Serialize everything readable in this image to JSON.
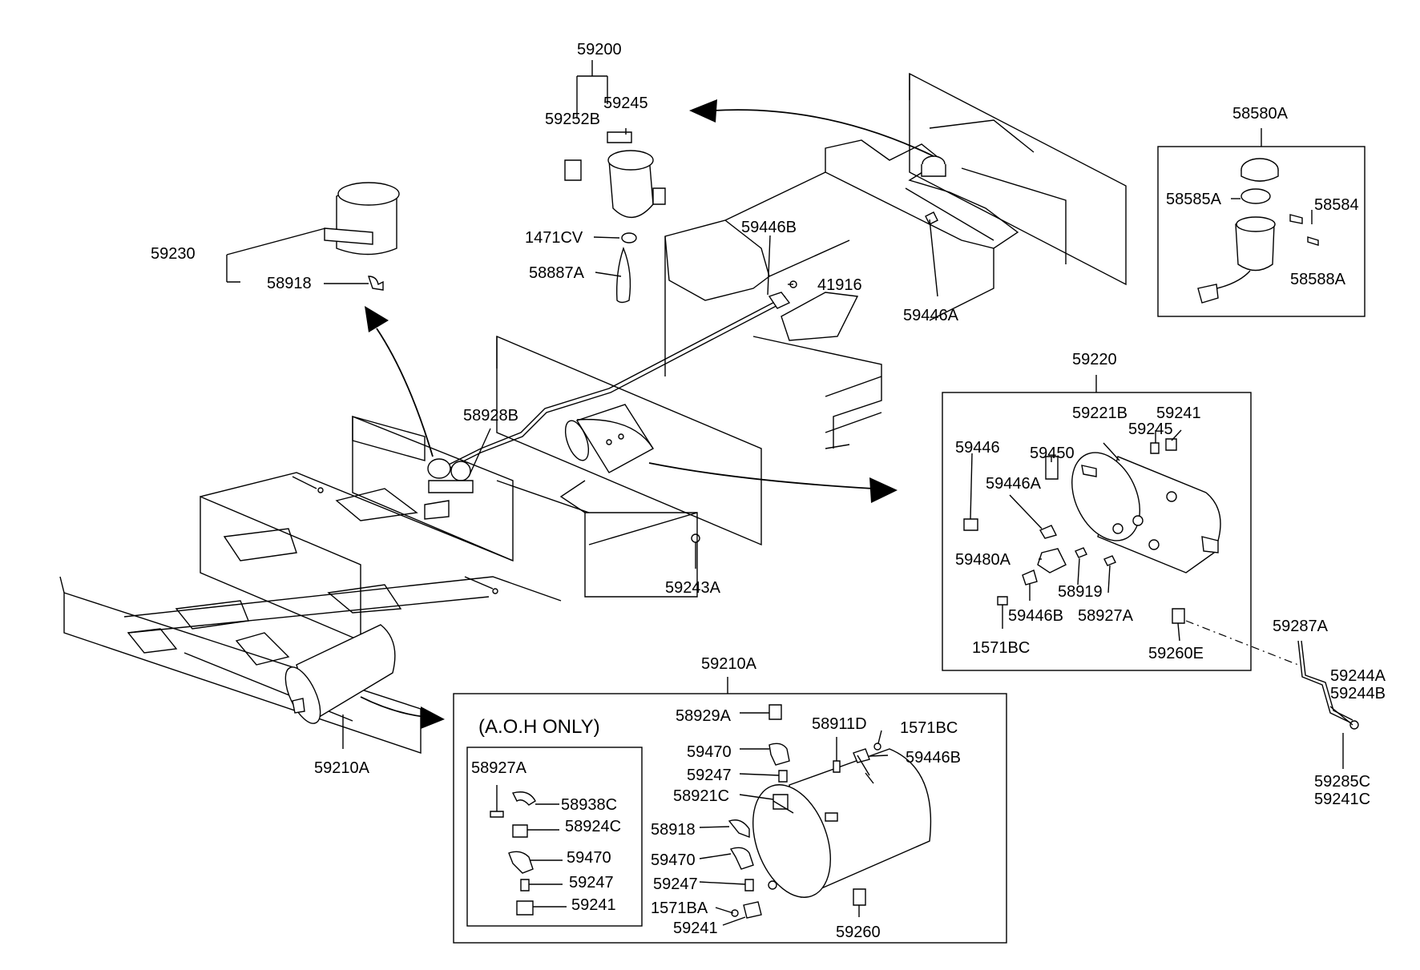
{
  "labels": {
    "l59200": "59200",
    "l59245_top": "59245",
    "l59252B": "59252B",
    "l1471CV": "1471CV",
    "l58887A": "58887A",
    "l59230": "59230",
    "l58918_top": "58918",
    "l59446B_frame": "59446B",
    "l41916": "41916",
    "l59446A_frame": "59446A",
    "l58928B": "58928B",
    "l59243A": "59243A",
    "l59210A_frame": "59210A",
    "l58580A": "58580A",
    "l58585A": "58585A",
    "l58584": "58584",
    "l58588A": "58588A",
    "l59220": "59220",
    "l59221B": "59221B",
    "l59241_r": "59241",
    "l59245_r": "59245",
    "l59446_r": "59446",
    "l59450": "59450",
    "l59446A_r": "59446A",
    "l59480A": "59480A",
    "l58919": "58919",
    "l59446B_r": "59446B",
    "l58927A_r": "58927A",
    "l1571BC_r": "1571BC",
    "l59260E": "59260E",
    "l59287A": "59287A",
    "l59244A": "59244A",
    "l59244B": "59244B",
    "l59285C": "59285C",
    "l59241C": "59241C",
    "l59210A_box": "59210A",
    "aoh_title": "(A.O.H ONLY)",
    "l58927A_aoh": "58927A",
    "l58938C": "58938C",
    "l58924C": "58924C",
    "l59470_aoh": "59470",
    "l59247_aoh": "59247",
    "l59241_aoh": "59241",
    "l58929A": "58929A",
    "l59470_a": "59470",
    "l59247_a": "59247",
    "l58921C": "58921C",
    "l58918_b": "58918",
    "l59470_b": "59470",
    "l59247_b": "59247",
    "l1571BA": "1571BA",
    "l59241_b": "59241",
    "l58911D": "58911D",
    "l1571BC_b": "1571BC",
    "l59446B_b": "59446B",
    "l59260": "59260"
  }
}
